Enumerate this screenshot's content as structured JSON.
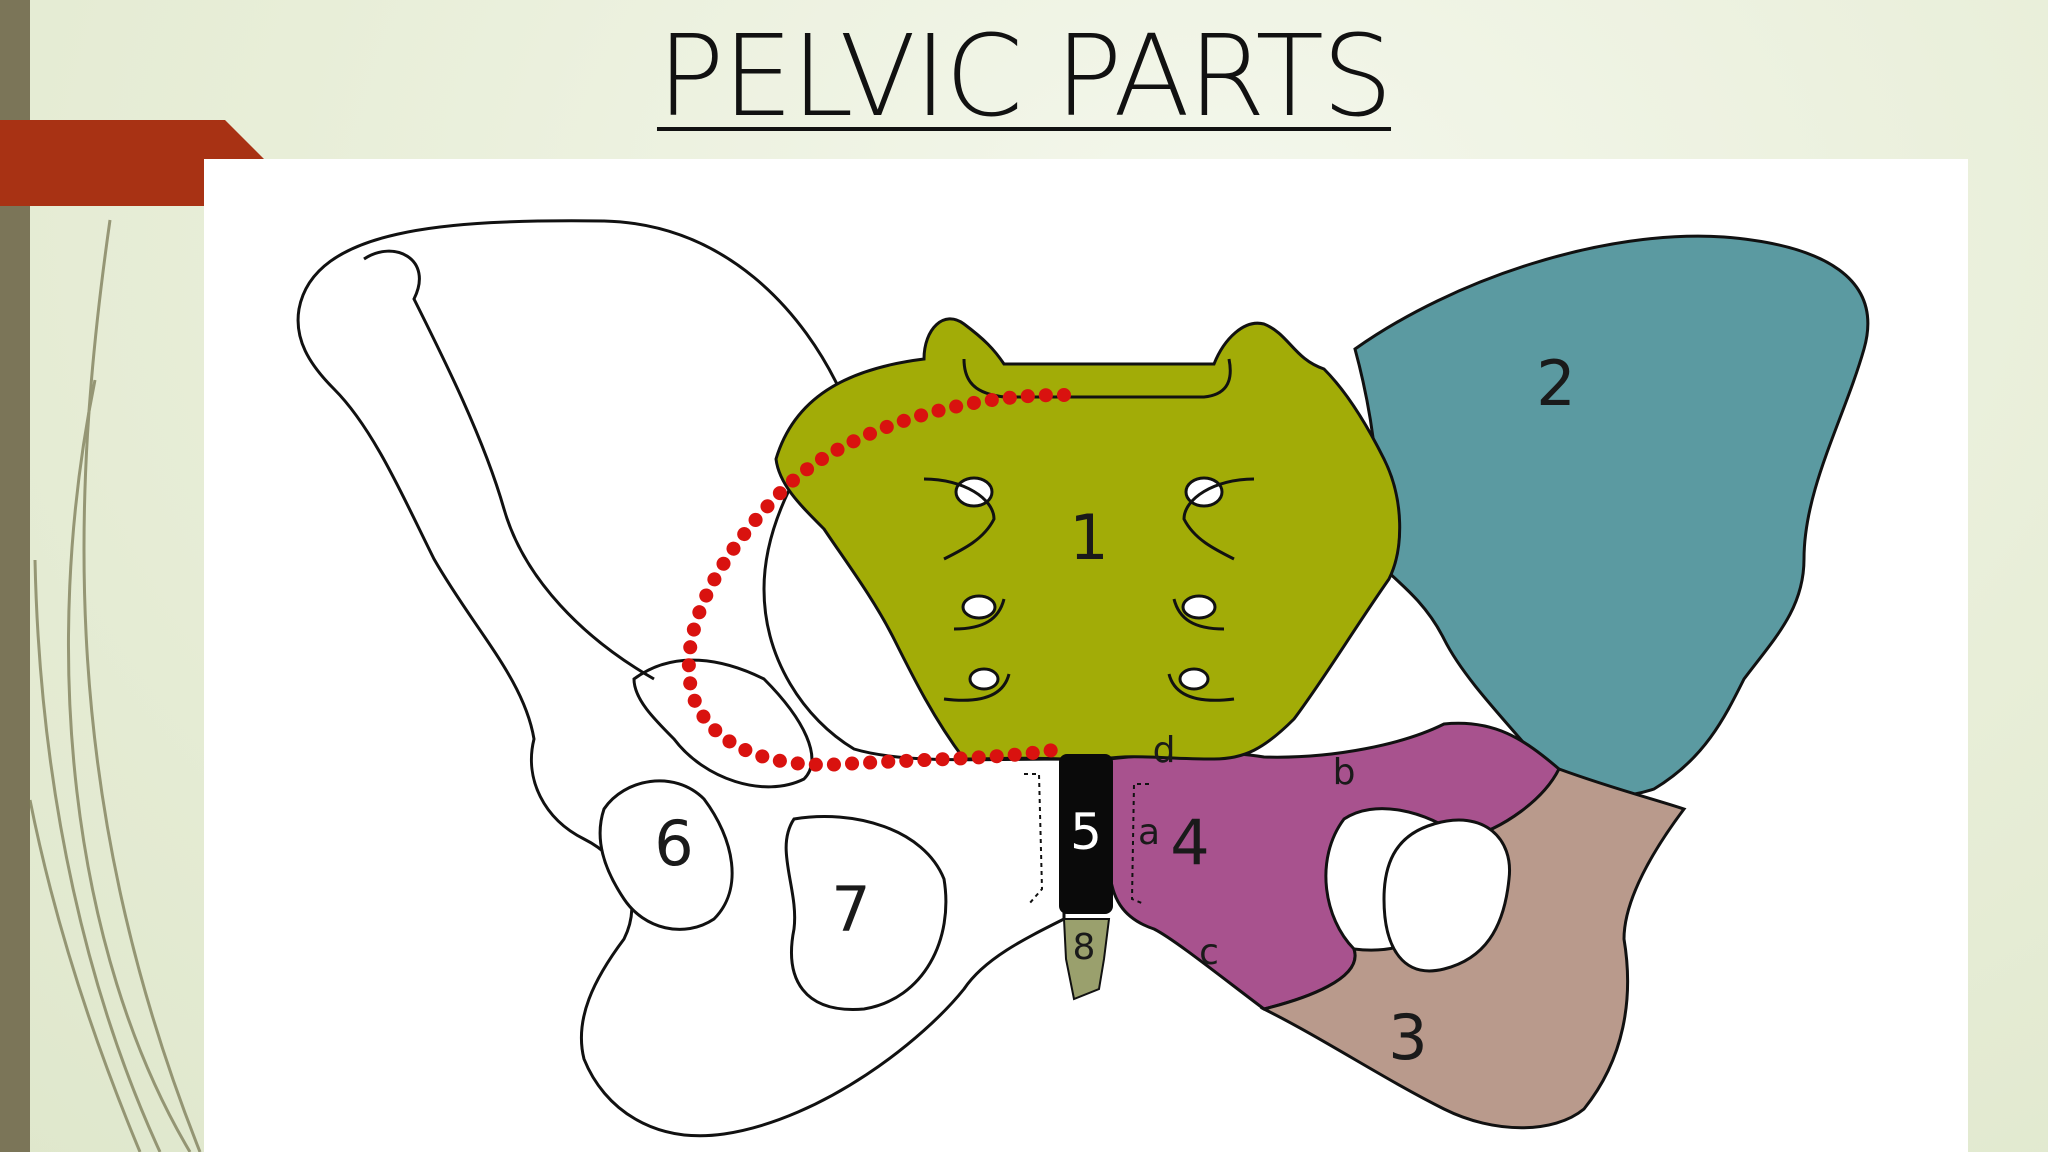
{
  "slide": {
    "title": "PELVIC PARTS"
  },
  "labels": {
    "l1": "1",
    "l2": "2",
    "l3": "3",
    "l4": "4",
    "l5": "5",
    "l6": "6",
    "l7": "7",
    "l8": "8",
    "la": "a",
    "lb": "b",
    "lc": "c",
    "ld": "d"
  },
  "colors": {
    "sacrum": "#a2ac07",
    "ilium": "#5b9aa1",
    "pubis": "#a8528e",
    "ischium": "#b99a8c",
    "symphysis": "#0a0a0a",
    "coccyx": "#9aa06d",
    "dotted_line": "#d9120f",
    "accent": "#a83214"
  }
}
